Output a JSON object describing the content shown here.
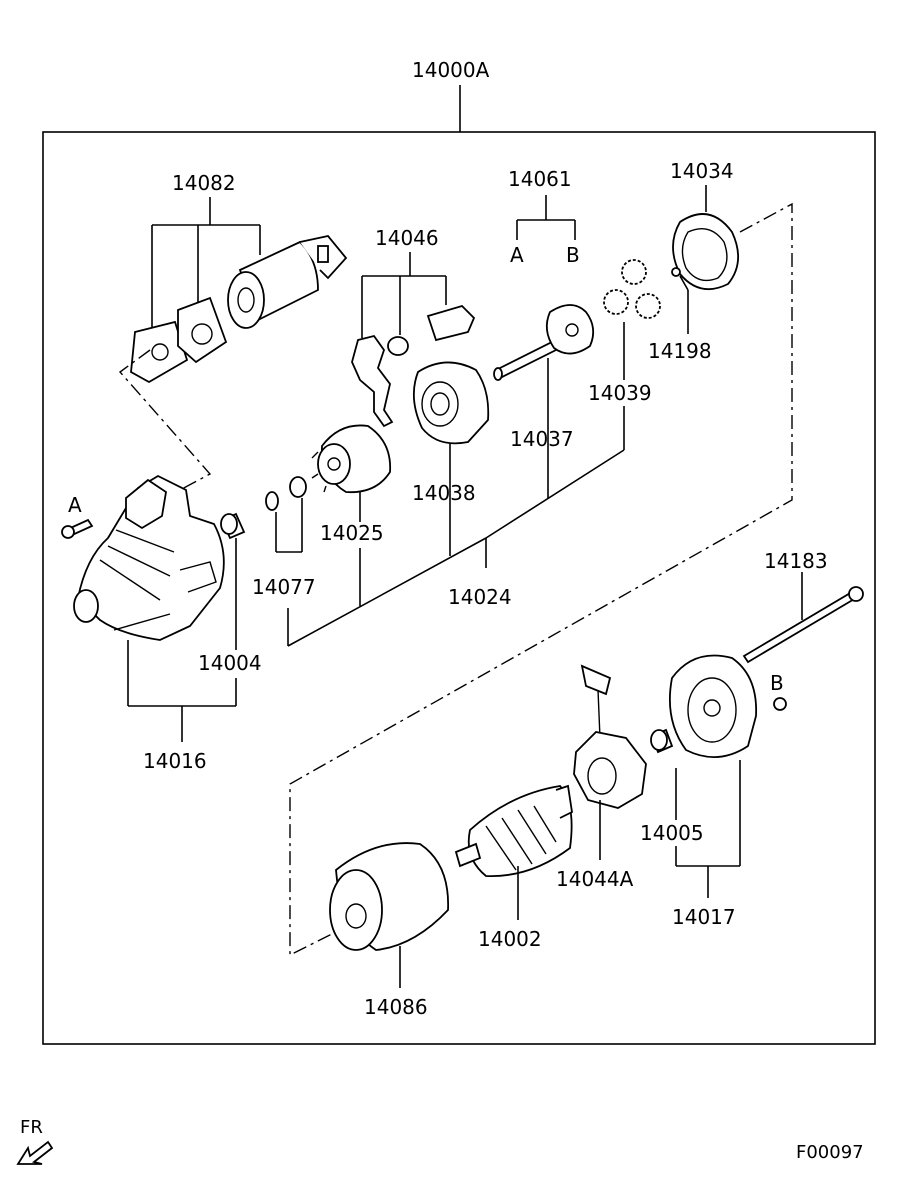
{
  "labels": {
    "assembly": "14000A",
    "p14082": "14082",
    "p14046": "14046",
    "p14061": "14061",
    "p14061_a": "A",
    "p14061_b": "B",
    "p14034": "14034",
    "p14198": "14198",
    "p14039": "14039",
    "p14037": "14037",
    "p14038": "14038",
    "p14025": "14025",
    "p14077": "14077",
    "p14024": "14024",
    "p14004": "14004",
    "p14016": "14016",
    "bolt_a": "A",
    "p14183": "14183",
    "bolt_b": "B",
    "p14005": "14005",
    "p14017": "14017",
    "p14044a": "14044A",
    "p14002": "14002",
    "p14086": "14086"
  },
  "orientation": {
    "label": "FR"
  },
  "figure_code": "F00097"
}
